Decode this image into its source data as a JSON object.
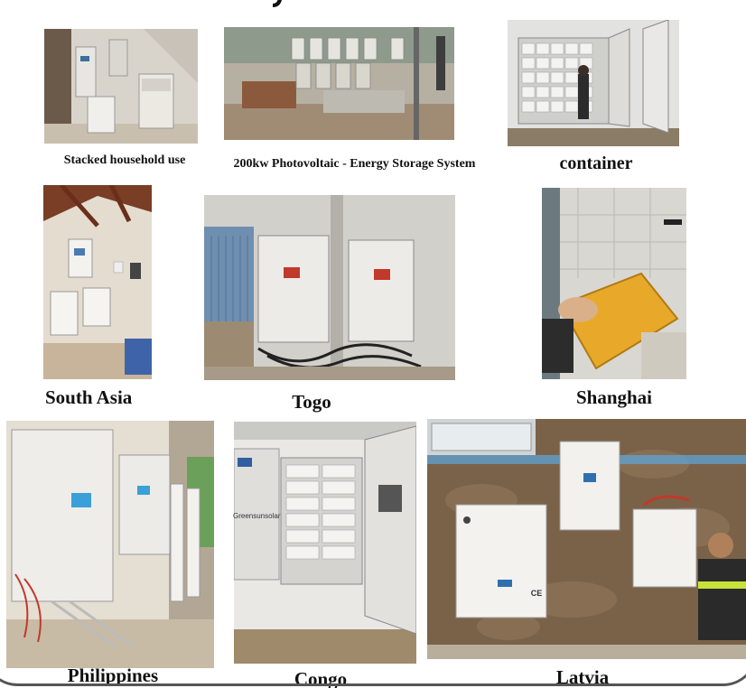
{
  "captions": {
    "stacked": "Stacked household use",
    "pv200": "200kw Photovoltaic - Energy Storage System",
    "container": "container",
    "south_asia": "South Asia",
    "togo": "Togo",
    "shanghai": "Shanghai",
    "philippines": "Philippines",
    "congo": "Congo",
    "latvia": "Latvia"
  },
  "brand_label": "Greensunsolar",
  "ce_mark": "CE",
  "colors": {
    "caption_text": "#111111",
    "background": "#ffffff",
    "cabinet_white": "#e9e7e2",
    "yellow_panel": "#e8a92a",
    "stone_wall": "#7a6248"
  }
}
